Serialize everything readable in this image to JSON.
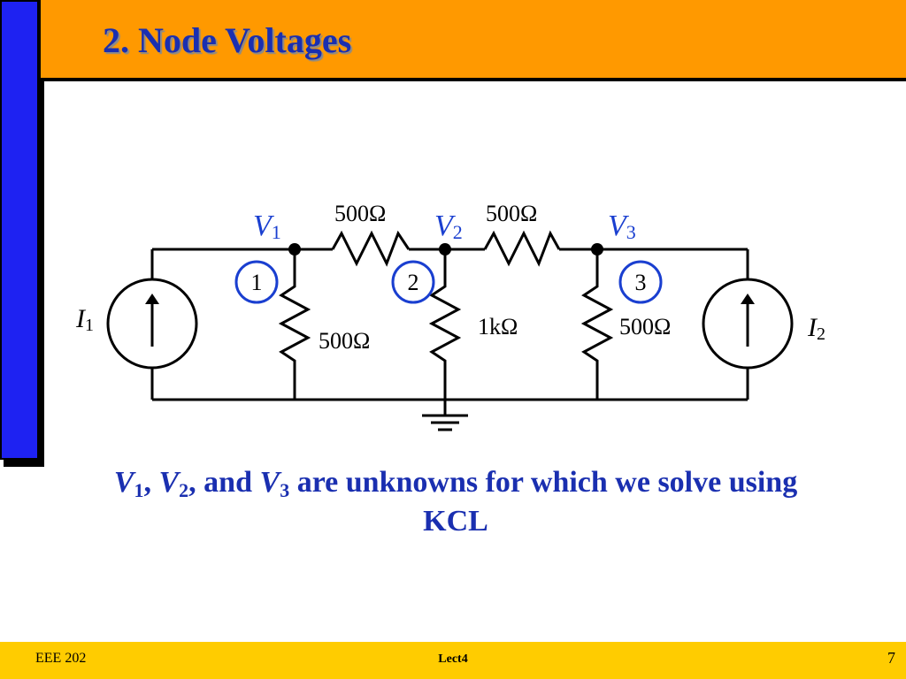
{
  "slide": {
    "title": "2. Node Voltages",
    "caption": {
      "v1": "V",
      "v1_sub": "1",
      "sep1": ", ",
      "v2": "V",
      "v2_sub": "2",
      "sep2": ", and ",
      "v3": "V",
      "v3_sub": "3",
      "rest": " are unknowns for which we solve using KCL"
    }
  },
  "circuit": {
    "node_voltages": [
      {
        "symbol": "V",
        "sub": "1"
      },
      {
        "symbol": "V",
        "sub": "2"
      },
      {
        "symbol": "V",
        "sub": "3"
      }
    ],
    "node_numbers": [
      "1",
      "2",
      "3"
    ],
    "series_resistors": [
      "500Ω",
      "500Ω"
    ],
    "shunt_resistors": [
      "500Ω",
      "1kΩ",
      "500Ω"
    ],
    "sources": [
      {
        "symbol": "I",
        "sub": "1"
      },
      {
        "symbol": "I",
        "sub": "2"
      }
    ]
  },
  "colors": {
    "header": "#FF9900",
    "sidebar": "#1E22F2",
    "footer": "#FFCC00",
    "title_text": "#1A2FB0",
    "node_circle": "#1A3FD0"
  },
  "footer": {
    "left": "EEE 202",
    "center": "Lect4",
    "right": "7"
  }
}
